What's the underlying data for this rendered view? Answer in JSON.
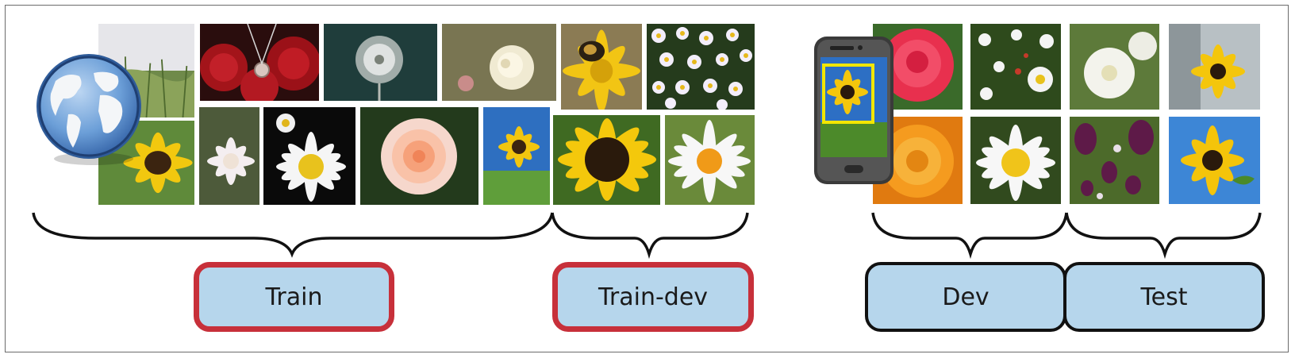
{
  "labels": {
    "train": "Train",
    "train_dev": "Train-dev",
    "dev": "Dev",
    "test": "Test"
  },
  "colors": {
    "label_fill": "#b6d6ec",
    "train_border": "#c7303a",
    "dev_border": "#111111",
    "phone_highlight": "#f2e600"
  },
  "icons": {
    "globe": "globe-icon",
    "phone": "smartphone-icon"
  }
}
